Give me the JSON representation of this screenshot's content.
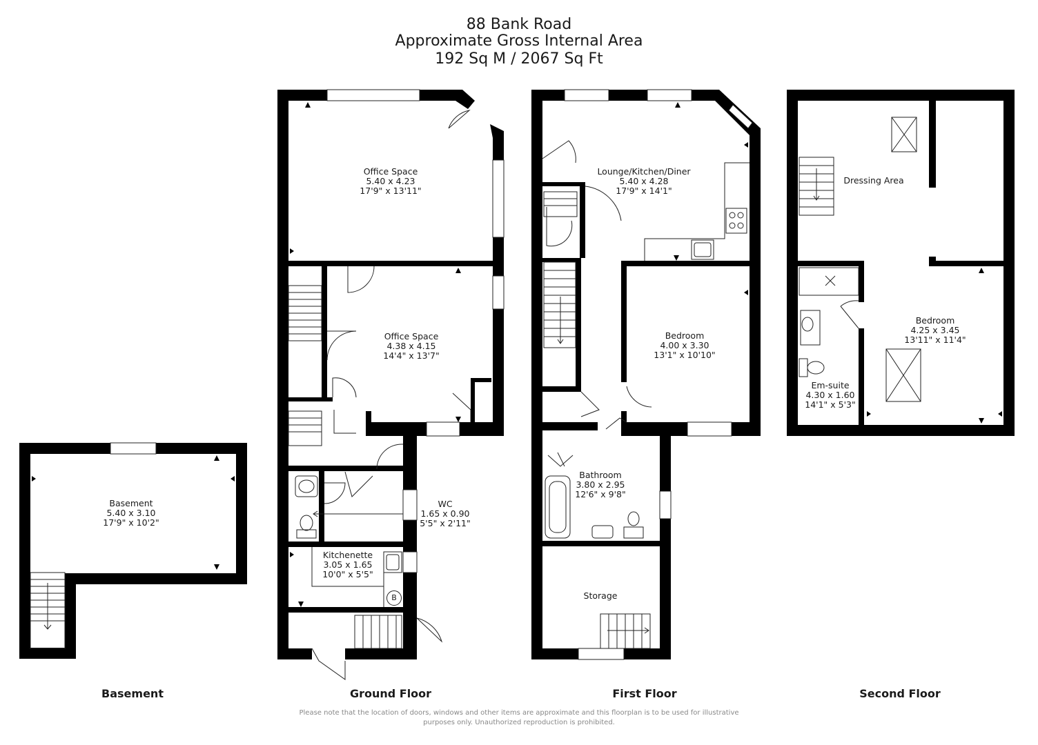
{
  "header": {
    "address": "88 Bank Road",
    "subtitle": "Approximate Gross Internal Area",
    "area": "192 Sq M / 2067 Sq Ft"
  },
  "floors": {
    "basement": "Basement",
    "ground": "Ground Floor",
    "first": "First Floor",
    "second": "Second Floor"
  },
  "rooms": {
    "basement": {
      "name": "Basement",
      "metric": "5.40 x 3.10",
      "imperial": "17'9\" x 10'2\""
    },
    "office1": {
      "name": "Office Space",
      "metric": "5.40 x 4.23",
      "imperial": "17'9\" x 13'11\""
    },
    "office2": {
      "name": "Office Space",
      "metric": "4.38 x 4.15",
      "imperial": "14'4\" x 13'7\""
    },
    "wc": {
      "name": "WC",
      "metric": "1.65 x 0.90",
      "imperial": "5'5\" x 2'11\""
    },
    "kitchenette": {
      "name": "Kitchenette",
      "metric": "3.05 x 1.65",
      "imperial": "10'0\" x 5'5\""
    },
    "lounge": {
      "name": "Lounge/Kitchen/Diner",
      "metric": "5.40 x 4.28",
      "imperial": "17'9\" x 14'1\""
    },
    "bedroom1": {
      "name": "Bedroom",
      "metric": "4.00 x 3.30",
      "imperial": "13'1\" x 10'10\""
    },
    "bathroom": {
      "name": "Bathroom",
      "metric": "3.80 x 2.95",
      "imperial": "12'6\" x 9'8\""
    },
    "storage": {
      "name": "Storage"
    },
    "dressing": {
      "name": "Dressing Area"
    },
    "bedroom2": {
      "name": "Bedroom",
      "metric": "4.25 x 3.45",
      "imperial": "13'11\" x 11'4\""
    },
    "ensuite": {
      "name": "Em-suite",
      "metric": "4.30 x 1.60",
      "imperial": "14'1\" x 5'3\""
    }
  },
  "boiler_label": "B",
  "disclaimer": {
    "line1": "Please note that the location of doors, windows and other items are approximate and this floorplan is to be used for illustrative",
    "line2": "purposes only. Unauthorized reproduction is prohibited."
  },
  "colors": {
    "wall": "#000000",
    "line": "#222222",
    "text": "#1a1a1a",
    "disclaimer": "#888888"
  }
}
